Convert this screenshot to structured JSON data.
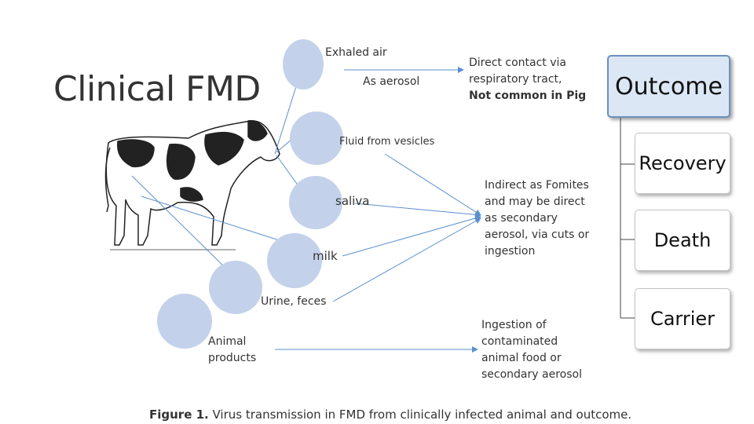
{
  "title": "Clinical FMD",
  "sources": [
    {
      "id": "exhaled-air",
      "label": "Exhaled air",
      "sub": "As aerosol"
    },
    {
      "id": "fluid",
      "label": "Fluid from vesicles"
    },
    {
      "id": "saliva",
      "label": "saliva"
    },
    {
      "id": "milk",
      "label": "milk"
    },
    {
      "id": "urine",
      "label": "Urine, feces"
    },
    {
      "id": "animal-products",
      "label": "Animal products"
    }
  ],
  "routes": {
    "direct": [
      "Direct contact via",
      "respiratory tract,",
      "Not common in Pig"
    ],
    "indirect": [
      "Indirect as Fomites",
      "and may be direct",
      "as secondary",
      "aerosol, via cuts or",
      "ingestion"
    ],
    "ingestion": [
      "Ingestion of",
      "contaminated",
      "animal food or",
      "secondary aerosol"
    ]
  },
  "outcome": {
    "title": "Outcome",
    "items": [
      "Recovery",
      "Death",
      "Carrier"
    ]
  },
  "caption": {
    "prefix": "Figure 1.",
    "text": " Virus transmission in FMD from clinically infected animal and outcome."
  },
  "colors": {
    "circle": "#c3d2ea",
    "arrow": "#5b8fcf",
    "outcome_fill": "#dbe7f5",
    "outcome_border": "#6d8fbd"
  },
  "icons": {
    "animal": "cow-illustration"
  }
}
